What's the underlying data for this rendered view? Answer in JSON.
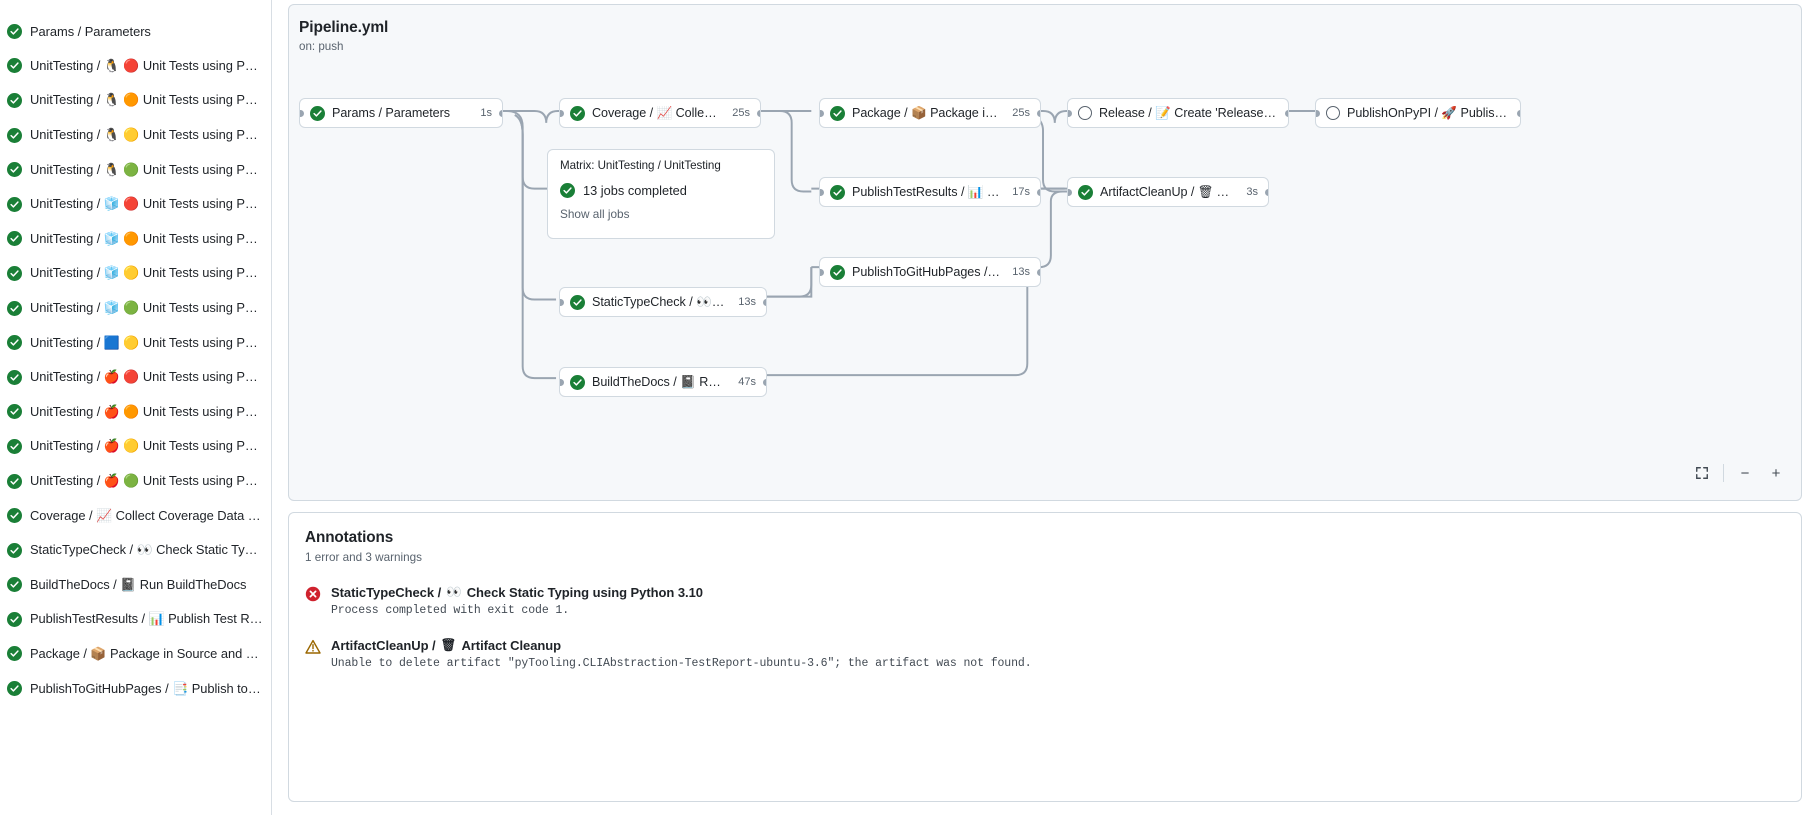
{
  "sidebar": {
    "items": [
      {
        "status": "success",
        "label": "Params / Parameters",
        "emojis": []
      },
      {
        "status": "success",
        "label": "UnitTesting / 🐧 🔴 Unit Tests using Pyth…",
        "emojis": [
          "🐧",
          "🔴"
        ]
      },
      {
        "status": "success",
        "label": "UnitTesting / 🐧 🟠 Unit Tests using Pyth…",
        "emojis": [
          "🐧",
          "🟠"
        ]
      },
      {
        "status": "success",
        "label": "UnitTesting / 🐧 🟡 Unit Tests using Pyth…",
        "emojis": [
          "🐧",
          "🟡"
        ]
      },
      {
        "status": "success",
        "label": "UnitTesting / 🐧 🟢 Unit Tests using Pyth…",
        "emojis": [
          "🐧",
          "🟢"
        ]
      },
      {
        "status": "success",
        "label": "UnitTesting / 🧊 🔴 Unit Tests using Pyth…",
        "emojis": [
          "🧊",
          "🔴"
        ]
      },
      {
        "status": "success",
        "label": "UnitTesting / 🧊 🟠 Unit Tests using Pyth…",
        "emojis": [
          "🧊",
          "🟠"
        ]
      },
      {
        "status": "success",
        "label": "UnitTesting / 🧊 🟡 Unit Tests using Pyth…",
        "emojis": [
          "🧊",
          "🟡"
        ]
      },
      {
        "status": "success",
        "label": "UnitTesting / 🧊 🟢 Unit Tests using Pyth…",
        "emojis": [
          "🧊",
          "🟢"
        ]
      },
      {
        "status": "success",
        "label": "UnitTesting / 🟦 🟡 Unit Tests using Pyth…",
        "emojis": [
          "🟦",
          "🟡"
        ]
      },
      {
        "status": "success",
        "label": "UnitTesting / 🍎 🔴 Unit Tests using Pyth…",
        "emojis": [
          "🍎",
          "🔴"
        ]
      },
      {
        "status": "success",
        "label": "UnitTesting / 🍎 🟠 Unit Tests using Pyth…",
        "emojis": [
          "🍎",
          "🟠"
        ]
      },
      {
        "status": "success",
        "label": "UnitTesting / 🍎 🟡 Unit Tests using Pyth…",
        "emojis": [
          "🍎",
          "🟡"
        ]
      },
      {
        "status": "success",
        "label": "UnitTesting / 🍎 🟢 Unit Tests using Pyth…",
        "emojis": [
          "🍎",
          "🟢"
        ]
      },
      {
        "status": "success",
        "label": "Coverage / 📈 Collect Coverage Data usi…",
        "emojis": [
          "📈"
        ]
      },
      {
        "status": "success",
        "label": "StaticTypeCheck / 👀 Check Static Typing…",
        "emojis": [
          "👀"
        ]
      },
      {
        "status": "success",
        "label": "BuildTheDocs / 📓 Run BuildTheDocs",
        "emojis": [
          "📓"
        ]
      },
      {
        "status": "success",
        "label": "PublishTestResults / 📊 Publish Test Resu…",
        "emojis": [
          "📊"
        ]
      },
      {
        "status": "success",
        "label": "Package / 📦 Package in Source and Wh…",
        "emojis": [
          "📦"
        ]
      },
      {
        "status": "success",
        "label": "PublishToGitHubPages / 📑 Publish to G…",
        "emojis": [
          "📑"
        ]
      }
    ]
  },
  "workflow": {
    "title": "Pipeline.yml",
    "trigger": "on: push"
  },
  "graph": {
    "nodes": [
      {
        "id": "params",
        "status": "success",
        "label": "Params / Parameters",
        "duration": "1s"
      },
      {
        "id": "coverage",
        "status": "success",
        "label": "Coverage / 📈 Collect Cove…",
        "duration": "25s"
      },
      {
        "id": "statictype",
        "status": "success",
        "label": "StaticTypeCheck / 👀 Chec…",
        "duration": "13s"
      },
      {
        "id": "buildthedocs",
        "status": "success",
        "label": "BuildTheDocs / 📓 Run Buil…",
        "duration": "47s"
      },
      {
        "id": "package",
        "status": "success",
        "label": "Package / 📦 Package in So…",
        "duration": "25s"
      },
      {
        "id": "publishtest",
        "status": "success",
        "label": "PublishTestResults / 📊 Pu…",
        "duration": "17s"
      },
      {
        "id": "publishpages",
        "status": "success",
        "label": "PublishToGitHubPages / 📑…",
        "duration": "13s"
      },
      {
        "id": "release",
        "status": "pending",
        "label": "Release / 📝 Create 'Release P…",
        "duration": ""
      },
      {
        "id": "artifact",
        "status": "success",
        "label": "ArtifactCleanUp / 🗑 Artifac…",
        "duration": "3s"
      },
      {
        "id": "pypi",
        "status": "pending",
        "label": "PublishOnPyPI / 🚀 Publish to …",
        "duration": ""
      }
    ],
    "matrix": {
      "title": "Matrix: UnitTesting / UnitTesting",
      "status": "success",
      "jobs_label": "13 jobs completed",
      "show_all_label": "Show all jobs"
    },
    "controls": {
      "fullscreen": "fullscreen-icon",
      "zoom_out": "−",
      "zoom_in": "+"
    }
  },
  "annotations": {
    "title": "Annotations",
    "summary": "1 error and 3 warnings",
    "items": [
      {
        "severity": "error",
        "job": "StaticTypeCheck / ",
        "emoji": "👀",
        "step": " Check Static Typing using Python 3.10",
        "message": "Process completed with exit code 1."
      },
      {
        "severity": "warning",
        "job": "ArtifactCleanUp / ",
        "emoji": "🗑",
        "step": " Artifact Cleanup",
        "message": "Unable to delete artifact \"pyTooling.CLIAbstraction-TestReport-ubuntu-3.6\"; the artifact was not found."
      }
    ]
  },
  "colors": {
    "success_green": "#1a7f37",
    "error_red": "#cf222e",
    "warning_amber": "#bf8700",
    "border": "#d1d9e0",
    "panel_bg": "#f6f8fa",
    "text_muted": "#59636e"
  }
}
